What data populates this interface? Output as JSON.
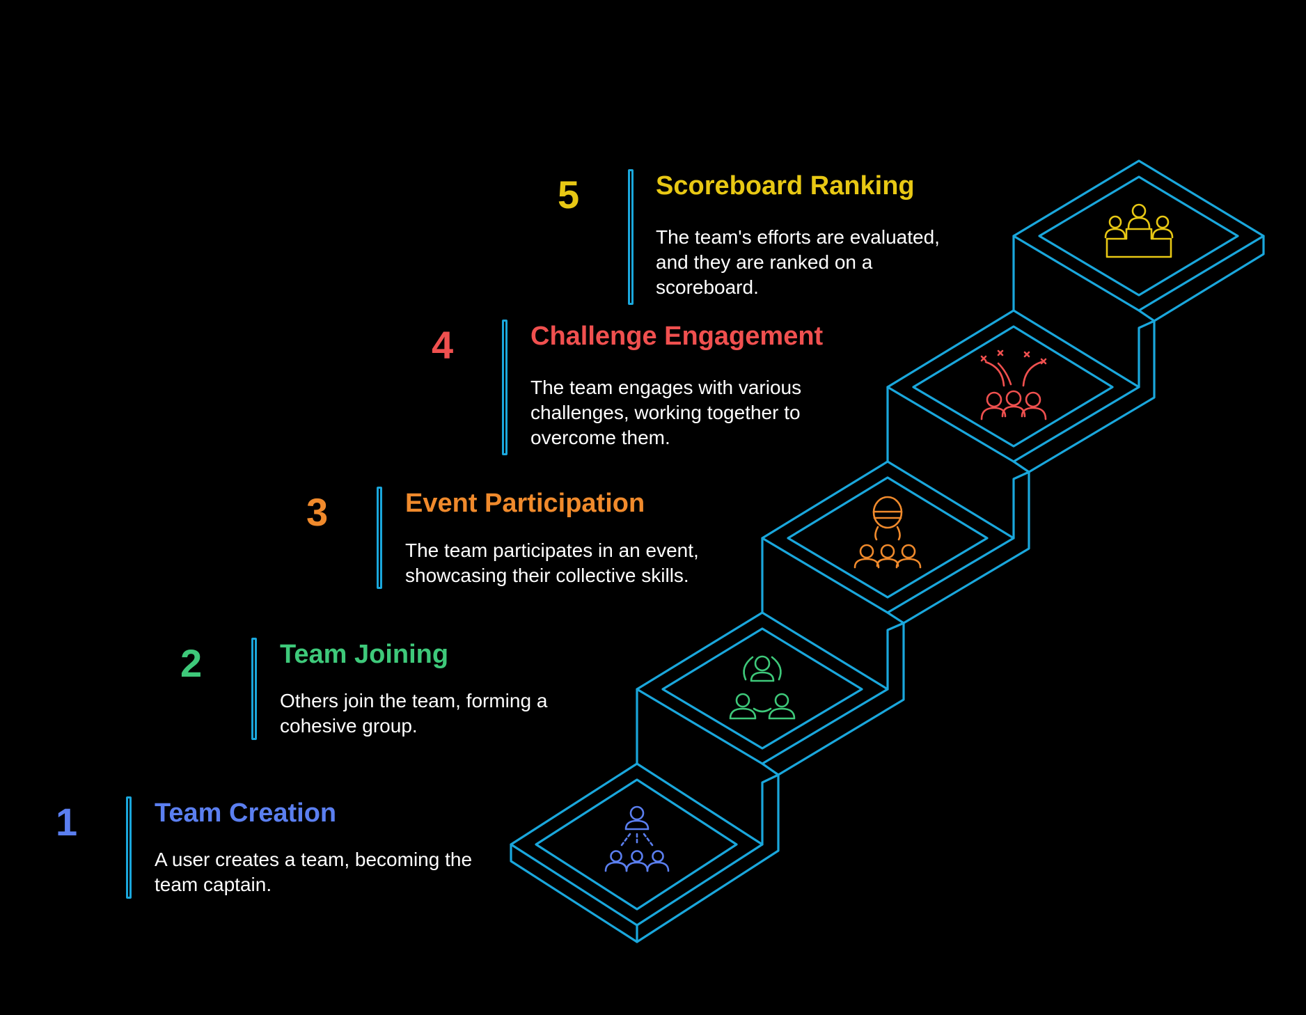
{
  "colors": {
    "background": "#000000",
    "stair_outline": "#1aa7dc"
  },
  "steps": [
    {
      "number": "1",
      "title": "Team Creation",
      "description": "A user creates a team, becoming the team captain.",
      "color": "#5b7ff0",
      "icon": "team-captain-icon"
    },
    {
      "number": "2",
      "title": "Team Joining",
      "description": "Others join the team, forming a cohesive group.",
      "color": "#3ec97a",
      "icon": "team-joining-icon"
    },
    {
      "number": "3",
      "title": "Event Participation",
      "description": "The team participates in an event, showcasing their collective skills.",
      "color": "#f08a2c",
      "icon": "event-participation-icon"
    },
    {
      "number": "4",
      "title": "Challenge Engagement",
      "description": "The team engages with various challenges, working together to overcome them.",
      "color": "#f0504f",
      "icon": "challenge-engagement-icon"
    },
    {
      "number": "5",
      "title": "Scoreboard Ranking",
      "description": "The team's efforts are evaluated, and they are ranked on a scoreboard.",
      "color": "#e8c814",
      "icon": "scoreboard-ranking-icon"
    }
  ]
}
